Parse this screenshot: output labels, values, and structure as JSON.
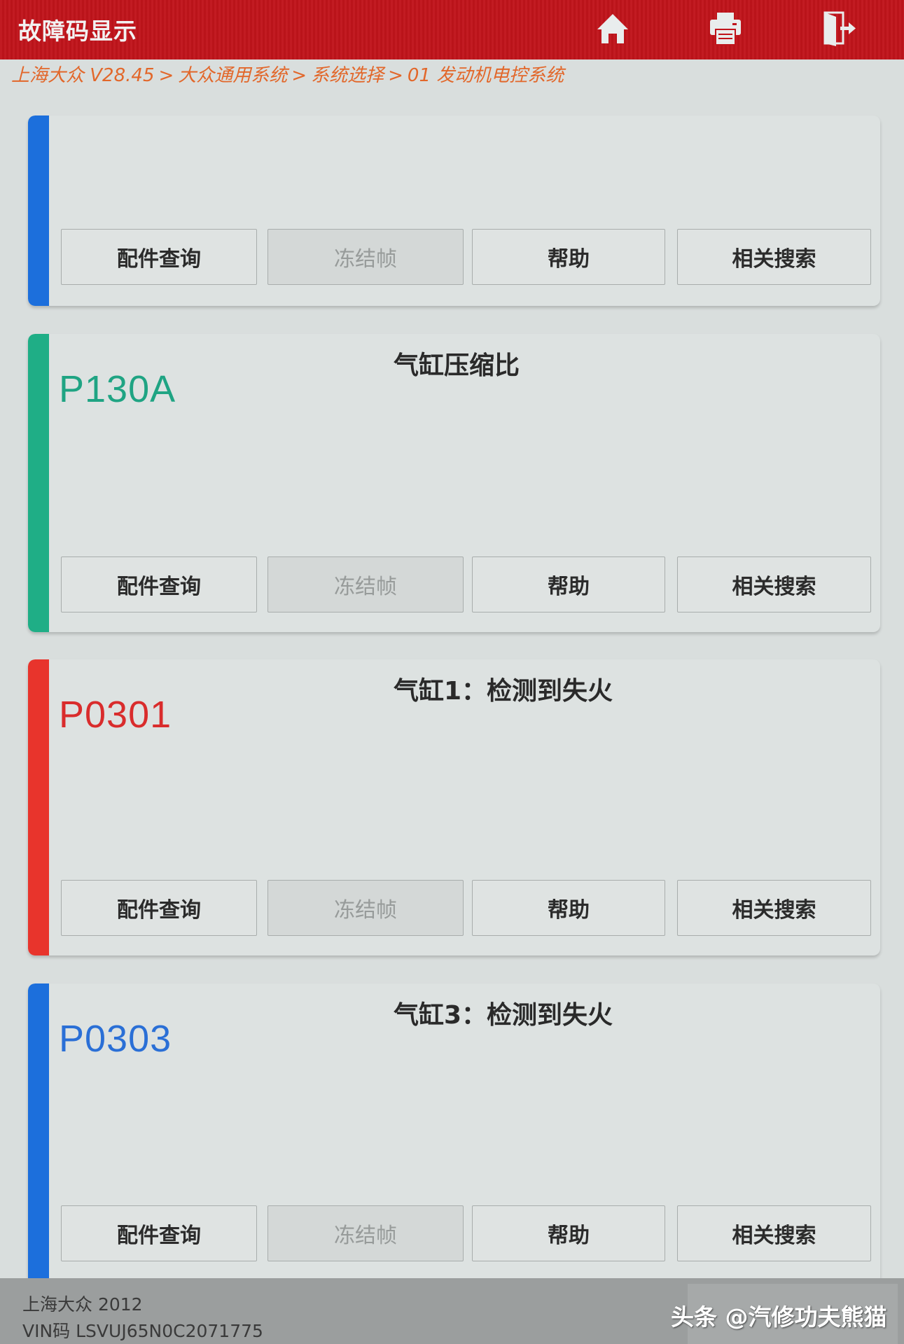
{
  "header": {
    "title": "故障码显示",
    "icons": [
      {
        "name": "home-icon",
        "label": "home"
      },
      {
        "name": "printer-icon",
        "label": "print"
      },
      {
        "name": "exit-icon",
        "label": "exit"
      }
    ],
    "color": "#c0141b"
  },
  "breadcrumb": {
    "items": [
      "上海大众 V28.45",
      "大众通用系统",
      "系统选择",
      "01 发动机电控系统"
    ],
    "separator": ">",
    "color": "#e2672a"
  },
  "buttons": {
    "parts": "配件查询",
    "freeze_frame": "冻结帧",
    "help": "帮助",
    "related_search": "相关搜索"
  },
  "dtc_list": [
    {
      "code": "",
      "description": "",
      "accent": "#1c6fdc",
      "code_color": "#1c6fdc"
    },
    {
      "code": "P130A",
      "description": "气缸压缩比",
      "accent": "#1fae86",
      "code_color": "#1fa483"
    },
    {
      "code": "P0301",
      "description": "气缸1：检测到失火",
      "accent": "#e8342c",
      "code_color": "#d92c2c"
    },
    {
      "code": "P0303",
      "description": "气缸3：检测到失火",
      "accent": "#1c6fdc",
      "code_color": "#2a6fd6"
    }
  ],
  "footer": {
    "vehicle": "上海大众 2012",
    "vin_label": "VIN码",
    "vin": "LSVUJ65N0C2071775",
    "vin_line": "VIN码 LSVUJ65N0C2071775"
  },
  "watermark": "头条 @汽修功夫熊猫"
}
